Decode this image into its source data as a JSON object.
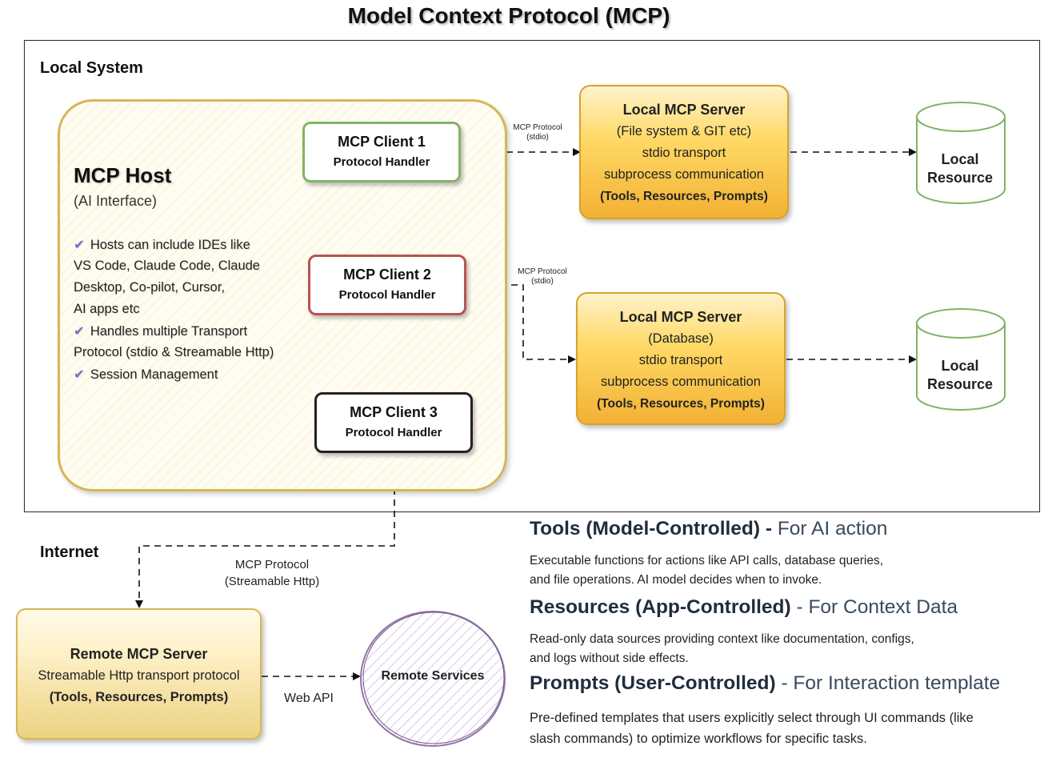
{
  "title": "Model Context Protocol (MCP)",
  "local_system": {
    "label": "Local System"
  },
  "internet": {
    "label": "Internet"
  },
  "host": {
    "title": "MCP Host",
    "subtitle": "(AI Interface)",
    "lines": [
      {
        "check": true,
        "text": "Hosts can include IDEs like"
      },
      {
        "check": false,
        "text": "VS Code, Claude Code, Claude"
      },
      {
        "check": false,
        "text": "Desktop, Co-pilot, Cursor,"
      },
      {
        "check": false,
        "text": "AI apps etc"
      },
      {
        "check": true,
        "text": "Handles multiple Transport"
      },
      {
        "check": false,
        "text": "Protocol (stdio & Streamable Http)"
      },
      {
        "check": true,
        "text": "Session Management"
      }
    ]
  },
  "clients": [
    {
      "name": "MCP Client 1",
      "sub": "Protocol Handler",
      "color": "#82b366"
    },
    {
      "name": "MCP Client 2",
      "sub": "Protocol Handler",
      "color": "#b85450"
    },
    {
      "name": "MCP Client 3",
      "sub": "Protocol Handler",
      "color": "#222222"
    }
  ],
  "servers": [
    {
      "lines": [
        "Local MCP Server",
        "(File system & GIT etc)",
        "stdio transport",
        "subprocess communication",
        "(Tools, Resources, Prompts)"
      ]
    },
    {
      "lines": [
        "Local MCP Server",
        "(Database)",
        "stdio transport",
        "subprocess communication",
        "(Tools, Resources, Prompts)"
      ]
    }
  ],
  "resources": [
    {
      "label": "Local Resource"
    },
    {
      "label": "Local Resource"
    }
  ],
  "edge_labels": {
    "stdio_1": [
      "MCP Protocol",
      "(stdio)"
    ],
    "stdio_2": [
      "MCP Protocol",
      "(stdio)"
    ],
    "streamable": [
      "MCP Protocol",
      "(Streamable Http)"
    ],
    "web_api": "Web API"
  },
  "remote_server": {
    "lines": [
      "Remote MCP Server",
      "Streamable Http transport protocol",
      "(Tools, Resources, Prompts)"
    ]
  },
  "remote_services": {
    "label": "Remote Services"
  },
  "descriptions": [
    {
      "heading": "Tools (Model-Controlled)",
      "dash": " - ",
      "suffix": "For AI action",
      "lines": [
        "Executable functions for actions like API calls, database queries,",
        "and file operations. AI model decides when to invoke."
      ]
    },
    {
      "heading": "Resources (App-Controlled)",
      "dash": " - ",
      "suffix": "For Context Data",
      "lines": [
        "Read-only data sources providing context like documentation, configs,",
        "and logs without side effects."
      ]
    },
    {
      "heading": "Prompts (User-Controlled)",
      "dash": " - ",
      "suffix": "For Interaction template",
      "lines": [
        "Pre-defined templates that users explicitly select through UI commands (like",
        "slash commands) to optimize workflows for specific tasks."
      ]
    }
  ],
  "colors": {
    "host_border": "#d6b656",
    "server_fill": "#ffd966",
    "resource_stroke": "#82b366",
    "remote_services_stroke": "#9673a6",
    "check": "#7a6bc4"
  }
}
